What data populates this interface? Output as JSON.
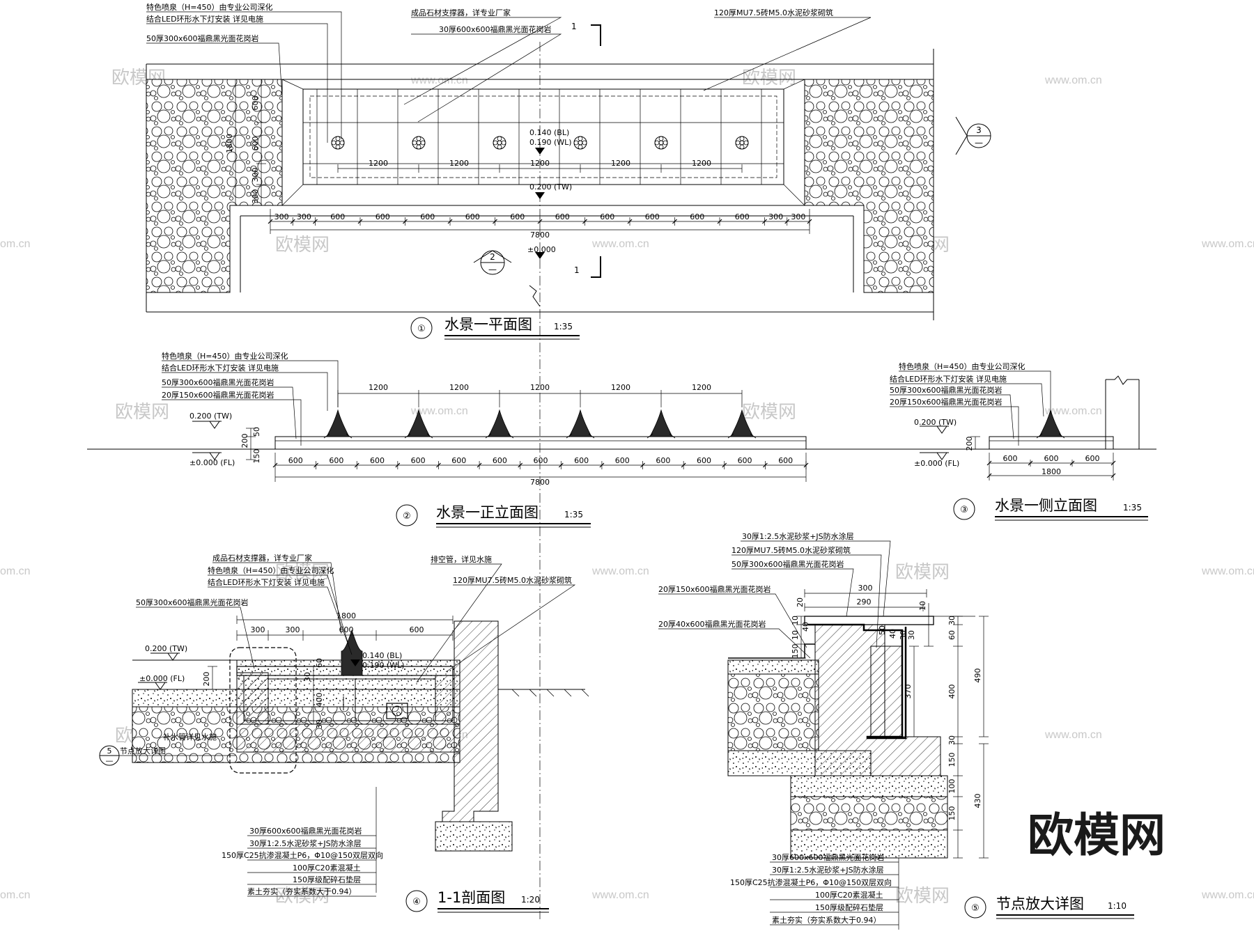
{
  "brand_text": "欧模网",
  "watermark_cn": "欧模网",
  "watermark_url": "www.om.cn",
  "watermark_url_short": "om.cn",
  "views": [
    {
      "num": "①",
      "title": "水景一平面图",
      "scale": "1:35"
    },
    {
      "num": "②",
      "title": "水景一正立面图",
      "scale": "1:35"
    },
    {
      "num": "③",
      "title": "水景一侧立面图",
      "scale": "1:35"
    },
    {
      "num": "④",
      "title": "1-1剖面图",
      "scale": "1:20"
    },
    {
      "num": "⑤",
      "title": "节点放大详图",
      "scale": "1:10"
    }
  ],
  "plan": {
    "labels": [
      "特色喷泉（H=450）由专业公司深化",
      "结合LED环形水下灯安装 详见电施",
      "50厚300x600福鼎黑光面花岗岩",
      "成品石材支撑器，详专业厂家",
      "30厚600x600福鼎黑光面花岗岩",
      "120厚MU7.5砖M5.0水泥砂浆砌筑"
    ],
    "levels": [
      "0.140 (BL)",
      "0.190 (WL)",
      "0.200 (TW)",
      "±0.000"
    ],
    "dims_top": [
      "1200",
      "1200",
      "1200",
      "1200",
      "1200"
    ],
    "dims_bottom": [
      "300",
      "300",
      "600",
      "600",
      "600",
      "600",
      "600",
      "600",
      "600",
      "600",
      "600",
      "600",
      "300",
      "300"
    ],
    "total": "7800",
    "dims_left": [
      "600",
      "600",
      "300",
      "300",
      "1800"
    ],
    "section_mark": "1",
    "callout_2": "2",
    "callout_3": "3",
    "dash": "—"
  },
  "front": {
    "labels": [
      "特色喷泉（H=450）由专业公司深化",
      "结合LED环形水下灯安装 详见电施",
      "50厚300x600福鼎黑光面花岗岩",
      "20厚150x600福鼎黑光面花岗岩"
    ],
    "levels": [
      "0.200 (TW)",
      "±0.000 (FL)"
    ],
    "dims_top": [
      "1200",
      "1200",
      "1200",
      "1200",
      "1200"
    ],
    "dims_bottom": [
      "600",
      "600",
      "600",
      "600",
      "600",
      "600",
      "600",
      "600",
      "600",
      "600",
      "600",
      "600",
      "600"
    ],
    "total": "7800",
    "dims_left": [
      "200",
      "50",
      "150"
    ]
  },
  "side": {
    "labels": [
      "特色喷泉（H=450）由专业公司深化",
      "结合LED环形水下灯安装 详见电施",
      "50厚300x600福鼎黑光面花岗岩",
      "20厚150x600福鼎黑光面花岗岩"
    ],
    "levels": [
      "0.200 (TW)",
      "±0.000 (FL)"
    ],
    "dims": [
      "600",
      "600",
      "600"
    ],
    "total": "1800",
    "dim_left": "200"
  },
  "section": {
    "labels_top": [
      "成品石材支撑器，详专业厂家",
      "特色喷泉（H=450）由专业公司深化",
      "结合LED环形水下灯安装 详见电施",
      "50厚300x600福鼎黑光面花岗岩",
      "排空管，详见水施",
      "120厚MU7.5砖M5.0水泥砂浆砌筑"
    ],
    "levels": [
      "0.200 (TW)",
      "±0.000 (FL)",
      "0.140 (BL)",
      "0.190 (WL)"
    ],
    "dims_top": [
      "1800",
      "300",
      "300",
      "600",
      "600"
    ],
    "dims_side": [
      "200",
      "60",
      "30",
      "400",
      "30"
    ],
    "note_supply": "补水管详见水施",
    "node_label": "节点放大详图",
    "node_ref": "5",
    "layers": [
      "30厚600x600福鼎黑光面花岗岩",
      "30厚1:2.5水泥砂浆+JS防水涂层",
      "150厚C25抗渗混凝土P6，Φ10@150双层双向",
      "100厚C20素混凝土",
      "150厚级配碎石垫层",
      "素土夯实（夯实系数大于0.94）"
    ]
  },
  "detail": {
    "labels_top": [
      "30厚1:2.5水泥砂浆+JS防水涂层",
      "120厚MU7.5砖M5.0水泥砂浆砌筑",
      "50厚300x600福鼎黑光面花岗岩",
      "20厚150x600福鼎黑光面花岗岩",
      "20厚40x600福鼎黑光面花岗岩"
    ],
    "dims_top": [
      "300",
      "290",
      "20"
    ],
    "dims_misc": [
      "10",
      "40",
      "10",
      "40",
      "50",
      "10",
      "150",
      "30",
      "30",
      "370"
    ],
    "dims_right": [
      "30",
      "60",
      "400",
      "490",
      "30",
      "150",
      "100",
      "430",
      "150"
    ],
    "layers": [
      "30厚600x600福鼎黑光面花岗岩",
      "30厚1:2.5水泥砂浆+JS防水涂层",
      "150厚C25抗渗混凝土P6，Φ10@150双层双向",
      "100厚C20素混凝土",
      "150厚级配碎石垫层",
      "素土夯实（夯实系数大于0.94）"
    ]
  }
}
